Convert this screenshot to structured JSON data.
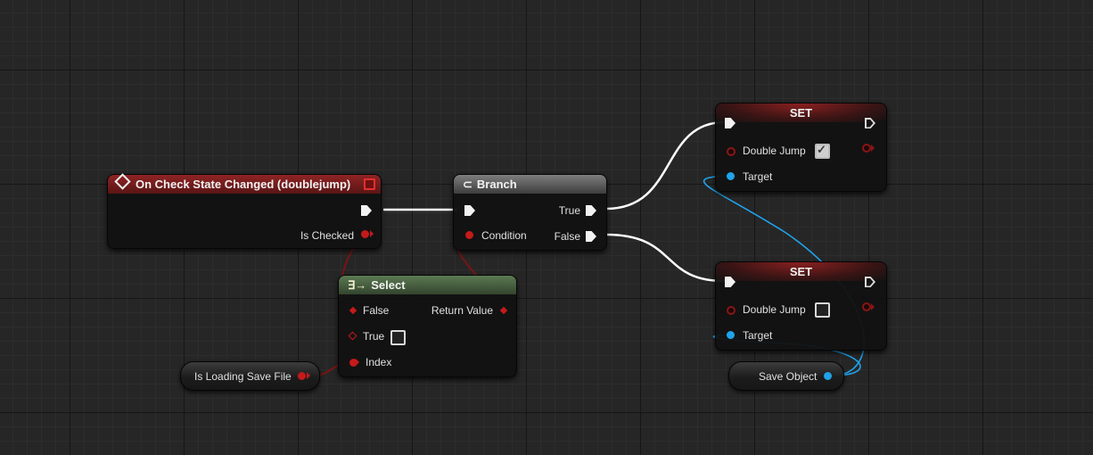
{
  "canvas": {
    "background": "#262626",
    "wire_exec_color": "#ffffff",
    "wire_bool_color": "#8c1515",
    "wire_object_color": "#1fa3ea"
  },
  "event_node": {
    "title": "On Check State Changed (doublejump)",
    "icon": "event-diamond-icon",
    "output_label": "Is Checked",
    "header_color": "#8f2424"
  },
  "branch_node": {
    "title": "Branch",
    "icon": "branch-icon",
    "condition_label": "Condition",
    "true_label": "True",
    "false_label": "False"
  },
  "select_node": {
    "title": "Select",
    "icon": "select-icon",
    "false_label": "False",
    "true_label": "True",
    "index_label": "Index",
    "return_label": "Return Value",
    "header_color": "#5c7a52"
  },
  "get_loading_node": {
    "label": "Is Loading Save File"
  },
  "set_node_top": {
    "title": "SET",
    "var_label": "Double Jump",
    "checked": true,
    "target_label": "Target"
  },
  "set_node_bottom": {
    "title": "SET",
    "var_label": "Double Jump",
    "checked": false,
    "target_label": "Target"
  },
  "save_object_node": {
    "label": "Save Object"
  }
}
